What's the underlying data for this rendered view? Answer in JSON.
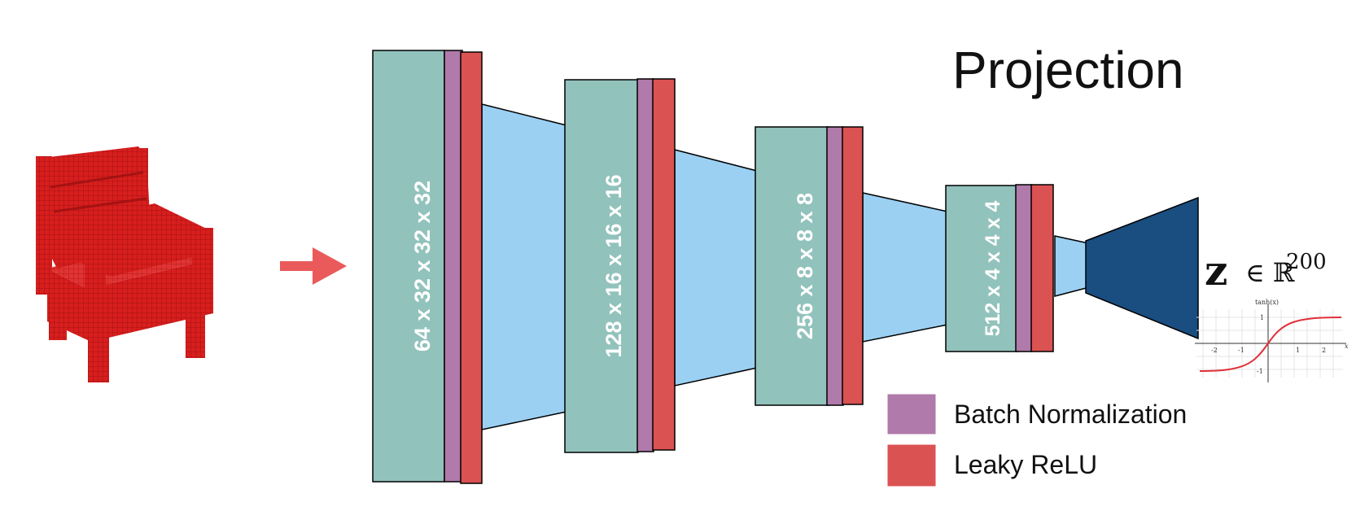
{
  "title": "Projection",
  "layers": [
    {
      "label": "64 x 32 x 32 x 32"
    },
    {
      "label": "128 x 16 x 16 x 16"
    },
    {
      "label": "256 x 8 x 8 x 8"
    },
    {
      "label": "512 x 4 x 4 x 4"
    }
  ],
  "latent": {
    "symbol": "z",
    "relation": "∈ ℝ",
    "dimension": "200"
  },
  "tanh_plot": {
    "title": "tanh(x)",
    "x_ticks": [
      "-2",
      "-1",
      "1",
      "2"
    ],
    "y_ticks": [
      "1",
      "-1"
    ],
    "x_axis_label": "x"
  },
  "legend": [
    {
      "label": "Batch Normalization",
      "color": "#b07aaa"
    },
    {
      "label": "Leaky ReLU",
      "color": "#db5252"
    }
  ],
  "colors": {
    "block": "#92c2bc",
    "batchnorm": "#b07aaa",
    "relu": "#db5252",
    "connector": "#9bd0f3",
    "projection": "#1a4d80",
    "chair": "#d81e1e",
    "arrow": "#ea5a5a"
  }
}
